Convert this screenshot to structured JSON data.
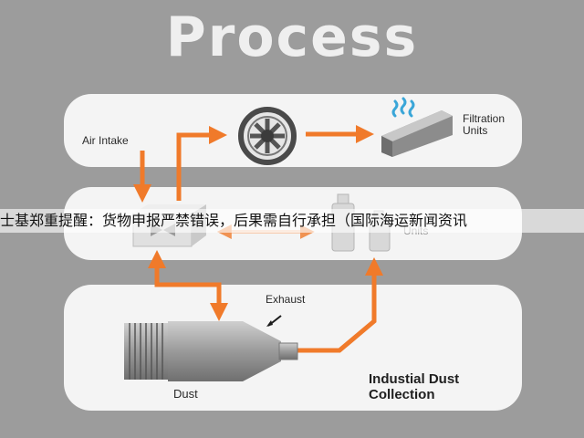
{
  "title": "Process",
  "labels": {
    "air_intake": "Air Intake",
    "filtration": "Filtration\nUnits",
    "units_ghost": "Units",
    "exhaust": "Exhaust",
    "dust": "Dust",
    "collection": "Industial Dust\nCollection"
  },
  "banner_text": "士基郑重提醒：货物申报严禁错误，后果需自行承担（国际海运新闻资讯",
  "colors": {
    "arrow": "#f07a2a",
    "panel": "#f4f4f4",
    "background": "#9c9c9c",
    "filter_accent": "#3aa6d8"
  },
  "icons": [
    "fan-icon",
    "filter-block-icon",
    "steam-icon",
    "valve-box-icon",
    "bottles-icon",
    "collector-icon"
  ]
}
